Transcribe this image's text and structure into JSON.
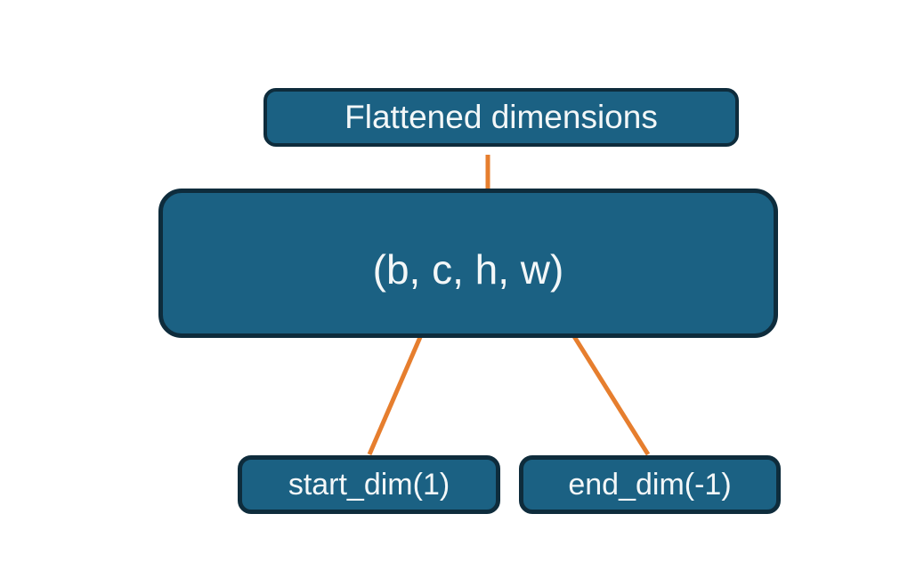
{
  "nodes": {
    "flattened": {
      "label": "Flattened dimensions"
    },
    "tensor": {
      "label": "(b, c, h, w)"
    },
    "start_dim": {
      "label": "start_dim(1)"
    },
    "end_dim": {
      "label": "end_dim(-1)"
    }
  },
  "colors": {
    "node_fill": "#1b6183",
    "node_border": "#0e2c3c",
    "accent": "#e67e2e",
    "node_text": "#f3f7f8",
    "background": "#ffffff"
  }
}
